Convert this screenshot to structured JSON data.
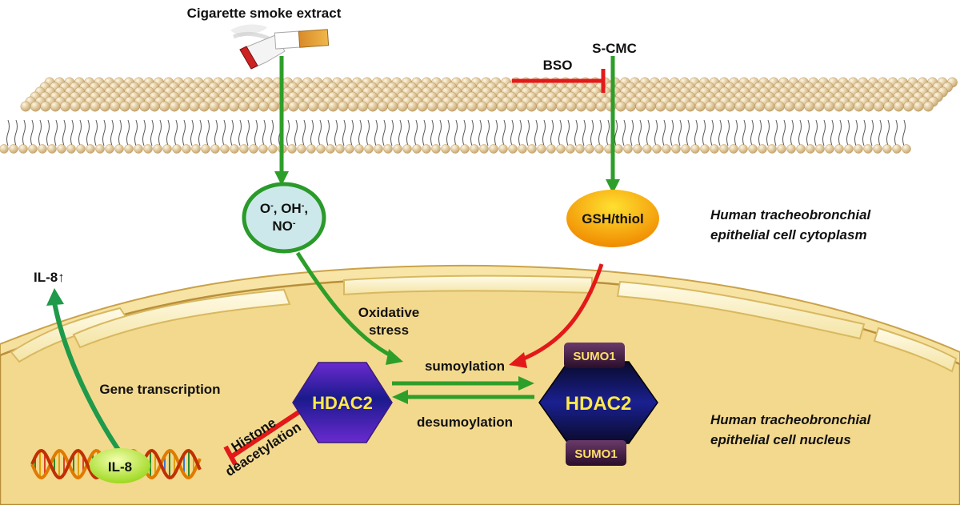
{
  "labels": {
    "cigarette": "Cigarette smoke extract",
    "scmc": "S-CMC",
    "bso": "BSO",
    "ros_line1_a": "O",
    "ros_line1_b": "-",
    "ros_line1_c": ", OH",
    "ros_line1_d": "-",
    "ros_line1_e": ",",
    "ros_line2_a": "NO",
    "ros_line2_b": "-",
    "gsh": "GSH/thiol",
    "cytoplasm_line1": "Human tracheobronchial",
    "cytoplasm_line2": "epithelial cell cytoplasm",
    "nucleus_line1": "Human tracheobronchial",
    "nucleus_line2": "epithelial cell nucleus",
    "il8_out": "IL-8↑",
    "oxidative_line1": "Oxidative",
    "oxidative_line2": "stress",
    "sumoylation": "sumoylation",
    "desumoylation": "desumoylation",
    "gene_transcription": "Gene transcription",
    "hdac2_left": "HDAC2",
    "hdac2_right": "HDAC2",
    "sumo1_top": "SUMO1",
    "sumo1_bottom": "SUMO1",
    "histone_line1": "Histone",
    "histone_line2": "deacetylation",
    "il8_gene": "IL-8"
  },
  "colors": {
    "activate_arrow": "#2e9e2a",
    "inhibit_arrow": "#e31919",
    "il8_arrow": "#1f9a4a",
    "membrane_head": "#e8d2a6",
    "nucleus_fill": "#f5dc98",
    "hdac2_fill": "#1a1a8c",
    "sumo_fill": "#4a1e4a",
    "sumo_text": "#ffe066",
    "gsh_fill": "#f4b000",
    "ros_fill": "#cde8ea",
    "ros_stroke": "#2a9a2a"
  }
}
